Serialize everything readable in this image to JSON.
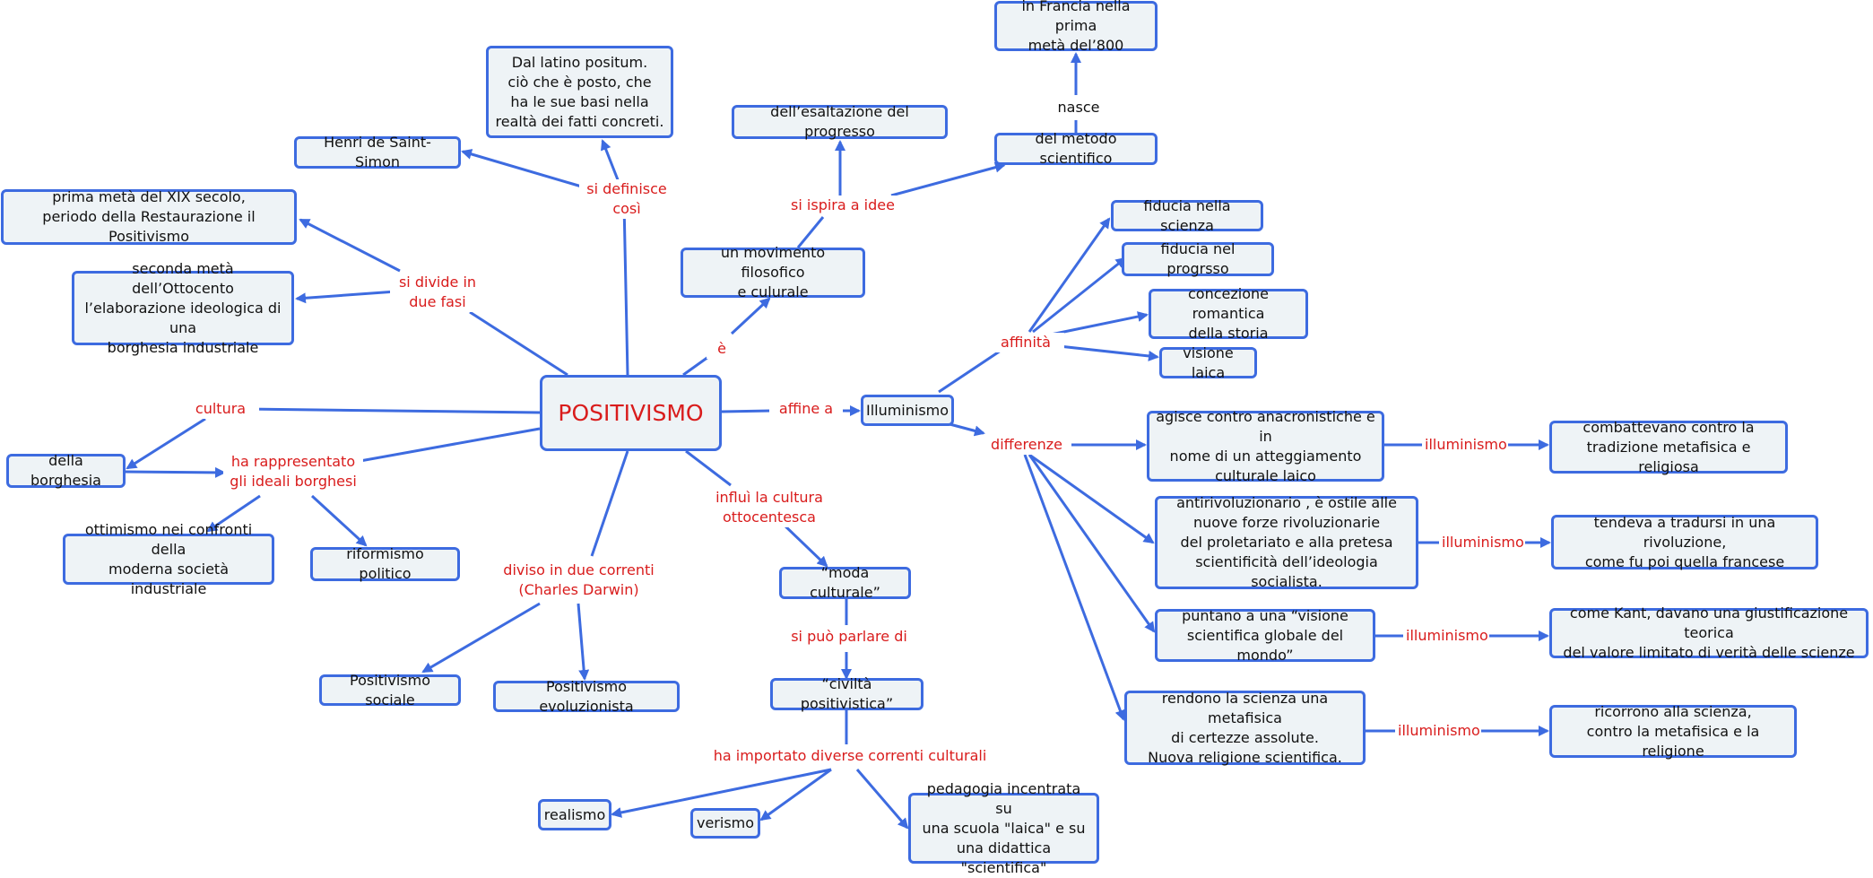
{
  "nodes": {
    "positivismo": "POSITIVISMO",
    "latino": "Dal latino positum.\nciò che è posto, che\nha le sue basi nella\nrealtà dei fatti concreti.",
    "saint_simon": "Henri de Saint-Simon",
    "fase1": "prima metà del XIX secolo,\nperiodo della Restaurazione il Positivismo",
    "fase2": "seconda metà dell’Ottocento\nl’elaborazione ideologica di una\nborghesia industriale",
    "borghesia": "della borghesia",
    "ottimismo": "ottimismo nei confronti della\nmoderna società industriale",
    "riformismo": "riformismo politico",
    "pos_sociale": "Positivismo sociale",
    "pos_evol": "Positivismo evoluzionista",
    "movimento": "un movimento filosofico\ne culurale",
    "esaltazione": "dell’esaltazione del progresso",
    "metodo": "del metodo scientifico",
    "francia": "in Francia nella prima\nmetà del’800",
    "moda": "“moda culturale”",
    "civilta": "“civiltà positivistica”",
    "realismo": "realismo",
    "verismo": "verismo",
    "pedagogia": "pedagogia incentrata su\nuna scuola \"laica\" e su\nuna didattica \"scientifica\"",
    "illuminismo": "Illuminismo",
    "fiducia_scienza": "fiducia nella scienza",
    "fiducia_progresso": "fiducia nel progrsso",
    "concezione": "concezione romantica\ndella storia",
    "visione_laica": "visione laica",
    "agisce": "agisce contro anacronistiche e in\nnome di un atteggiamento\nculturale laico",
    "antirivoluzionario": "antirivoluzionario , è ostile alle\nnuove forze rivoluzionarie\ndel proletariato e alla pretesa\nscientificità dell’ideologia socialista.",
    "puntano": "puntano a una “visione\nscientifica globale del mondo”",
    "rendono": "rendono la scienza una metafisica\ndi certezze assolute.\nNuova religione scientifica.",
    "combattevano": "combattevano contro la\ntradizione metafisica e religiosa",
    "tendeva": "tendeva a tradursi in una rivoluzione,\ncome fu poi quella francese",
    "kant": "come Kant, davano una giustificazione teorica\ndel valore limitato di verità delle scienze",
    "ricorrono": "ricorrono alla scienza,\ncontro la metafisica e la religione"
  },
  "labels": {
    "si_definisce": "si definisce\ncosì",
    "si_divide": "si divide in\ndue fasi",
    "cultura": "cultura",
    "ha_rappresentato": "ha rappresentato\ngli ideali borghesi",
    "diviso": "diviso in due correnti\n(Charles Darwin)",
    "e": "è",
    "si_ispira": "si ispira a idee",
    "nasce": "nasce",
    "influi": "influì la cultura\nottocentesca",
    "si_puo": "si può parlare di",
    "ha_importato": "ha importato diverse correnti culturali",
    "affine_a": "affine a",
    "affinita": "affinità",
    "differenze": "differenze",
    "illuminismo_1": "illuminismo",
    "illuminismo_2": "illuminismo",
    "illuminismo_3": "illuminismo",
    "illuminismo_4": "illuminismo"
  },
  "colors": {
    "edge": "#3d6be0",
    "node_border": "#3d6be0",
    "node_fill": "#eef3f6",
    "label_text": "#d91c1c",
    "root_text": "#d91c1c"
  }
}
